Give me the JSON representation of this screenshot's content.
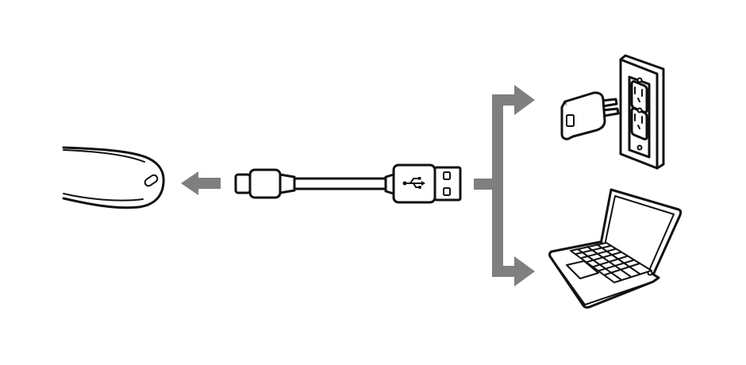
{
  "diagram": {
    "type": "charging-connection-illustration",
    "nodes": [
      {
        "id": "device",
        "icon": "charging-device-icon"
      },
      {
        "id": "cable",
        "icon": "usb-c-to-usb-a-cable-icon"
      },
      {
        "id": "wall-adapter",
        "icon": "usb-wall-adapter-icon"
      },
      {
        "id": "wall-outlet",
        "icon": "wall-outlet-icon"
      },
      {
        "id": "laptop",
        "icon": "laptop-icon"
      }
    ],
    "edges": [
      {
        "from": "cable",
        "to": "device",
        "style": "arrow"
      },
      {
        "from": "wall-adapter",
        "to": "cable",
        "style": "branch-arrow"
      },
      {
        "from": "laptop",
        "to": "cable",
        "style": "branch-arrow"
      }
    ],
    "colors": {
      "line": "#111111",
      "arrow": "#7f7f7f",
      "background": "#ffffff"
    }
  }
}
